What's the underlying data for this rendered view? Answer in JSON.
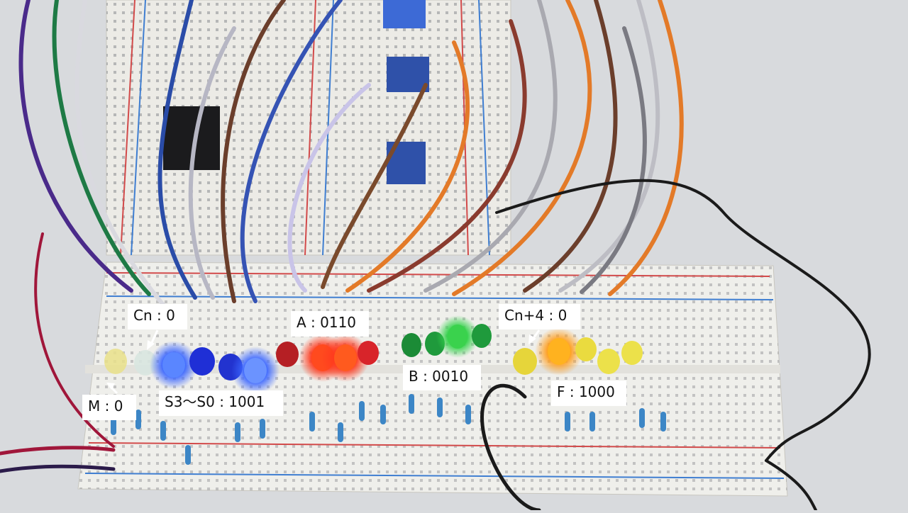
{
  "labels": {
    "cn": "Cn : 0",
    "a": "A : 0110",
    "cn4": "Cn+4 : 0",
    "b": "B : 0010",
    "m": "M : 0",
    "s": "S3～S0 : 1001",
    "f": "F : 1000"
  },
  "colors": {
    "label_bg": "#ffffff",
    "label_text": "#111111",
    "led_blue": "#2f5bff",
    "led_red": "#e0231c",
    "led_orange": "#ff8a1c",
    "led_green": "#1fae3a",
    "led_yellow": "#f1e23a"
  }
}
